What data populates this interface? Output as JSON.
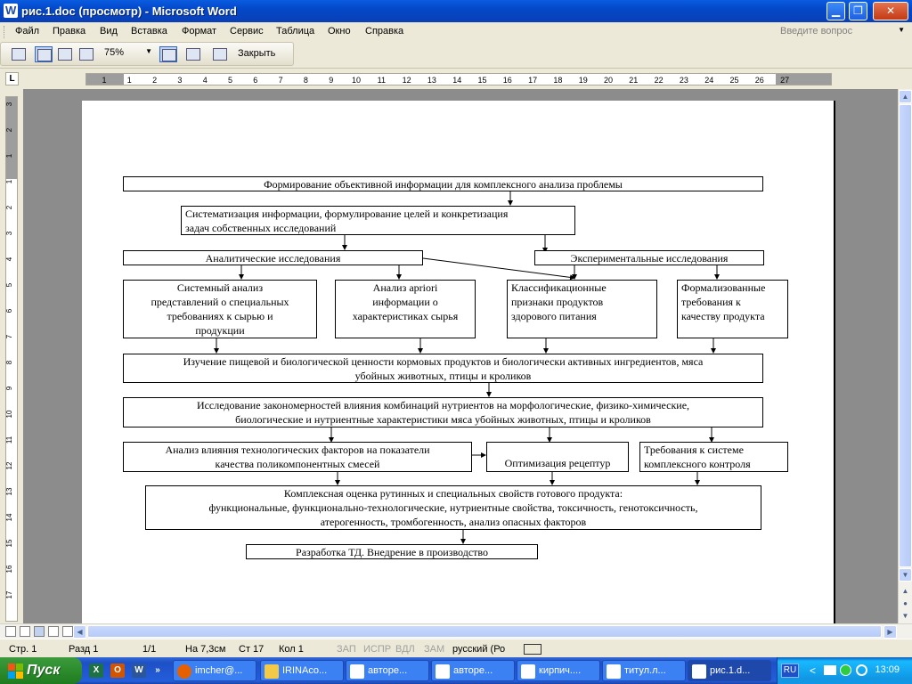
{
  "window": {
    "title": "рис.1.doc (просмотр) - Microsoft Word",
    "minimize": "▁",
    "restore": "❐",
    "close": "✕"
  },
  "menu": {
    "items": [
      "Файл",
      "Правка",
      "Вид",
      "Вставка",
      "Формат",
      "Сервис",
      "Таблица",
      "Окно",
      "Справка"
    ],
    "ask_placeholder": "Введите вопрос"
  },
  "toolbar": {
    "zoom": "75%",
    "close_label": "Закрыть"
  },
  "ruler": {
    "tab_selector": "L",
    "horizontal_labels": [
      "1",
      "1",
      "2",
      "3",
      "4",
      "5",
      "6",
      "7",
      "8",
      "9",
      "10",
      "11",
      "12",
      "13",
      "14",
      "15",
      "16",
      "17",
      "18",
      "19",
      "20",
      "21",
      "22",
      "23",
      "24",
      "25",
      "26",
      "27"
    ],
    "vertical_labels": [
      "3",
      "2",
      "1",
      "1",
      "2",
      "3",
      "4",
      "5",
      "6",
      "7",
      "8",
      "9",
      "10",
      "11",
      "12",
      "13",
      "14",
      "15",
      "16",
      "17"
    ]
  },
  "flowchart": {
    "box1": "Формирование объективной информации для комплексного анализа проблемы",
    "box2": [
      "Систематизация информации, формулирование целей и конкретизация",
      "задач собственных исследований"
    ],
    "box3": "Аналитические исследования",
    "box4": "Экспериментальные исследования",
    "box5": [
      "Системный анализ",
      "представлений о специальных",
      "требованиях к сырью и",
      "продукции"
    ],
    "box6": [
      "Анализ apriori",
      "информации о",
      "характеристиках сырья"
    ],
    "box7": [
      "Классификационные",
      "признаки продуктов",
      "здорового питания"
    ],
    "box8": [
      "Формализованные",
      "требования к",
      "качеству продукта"
    ],
    "box9": [
      "Изучение пищевой и биологической ценности кормовых продуктов и биологически активных ингредиентов, мяса",
      "убойных животных, птицы и кроликов"
    ],
    "box10": [
      "Исследование закономерностей влияния комбинаций нутриентов на морфологические, физико-химические,",
      "биологические и нутриентные характеристики мяса убойных животных, птицы и кроликов"
    ],
    "box11": [
      "Анализ влияния технологических факторов на показатели",
      "качества поликомпонентных смесей"
    ],
    "box12": "Оптимизация рецептур",
    "box13": [
      "Требования к системе",
      "комплексного контроля"
    ],
    "box14": [
      "Комплексная оценка рутинных и специальных свойств готового продукта:",
      "функциональные, функционально-технологические, нутриентные свойства, токсичность, генотоксичность,",
      "атерогенность, тромбогенность, анализ опасных факторов"
    ],
    "box15": "Разработка ТД. Внедрение в производство"
  },
  "status": {
    "page": "Стр. 1",
    "section": "Разд 1",
    "pages": "1/1",
    "at": "На 7,3см",
    "line": "Ст 17",
    "col": "Кол 1",
    "rec": "ЗАП",
    "trk": "ИСПР",
    "ext": "ВДЛ",
    "ovr": "ЗАМ",
    "lang": "русский (Ро"
  },
  "taskbar": {
    "start": "Пуск",
    "quick_more": "»",
    "tasks": [
      "imcher@...",
      "IRINAco...",
      "авторе...",
      "авторе...",
      "кирпич....",
      "титул.л...",
      "рис.1.d..."
    ],
    "lang": "RU",
    "tray_chevron": "<",
    "clock": "13:09"
  }
}
